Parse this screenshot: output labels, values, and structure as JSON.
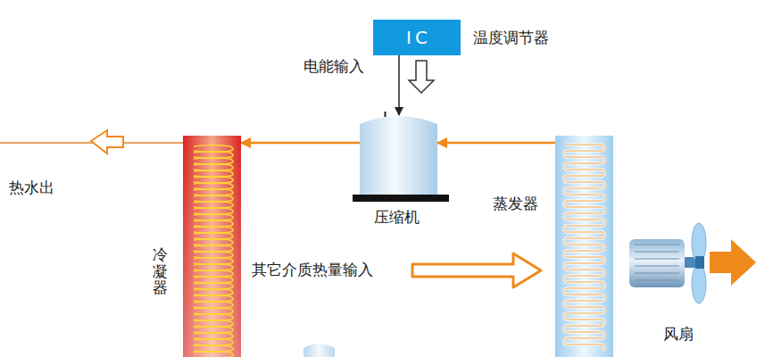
{
  "diagram": {
    "nodes": [
      {
        "text": [
          "IC",
          "温度调节器"
        ]
      },
      {
        "text": [
          "压缩机"
        ]
      },
      {
        "text": [
          "冷凝器"
        ]
      },
      {
        "text": [
          "蒸发器"
        ]
      },
      {
        "text": [
          "风扇"
        ]
      }
    ],
    "edges": [
      {
        "from": 0,
        "to": 1,
        "label": "电能输入",
        "arrow": "to"
      },
      {
        "from": 3,
        "to": 1,
        "arrow": "to"
      },
      {
        "from": 1,
        "to": 2,
        "arrow": "to"
      }
    ],
    "labels": [
      "热水出",
      "其它介质热量输入"
    ]
  }
}
